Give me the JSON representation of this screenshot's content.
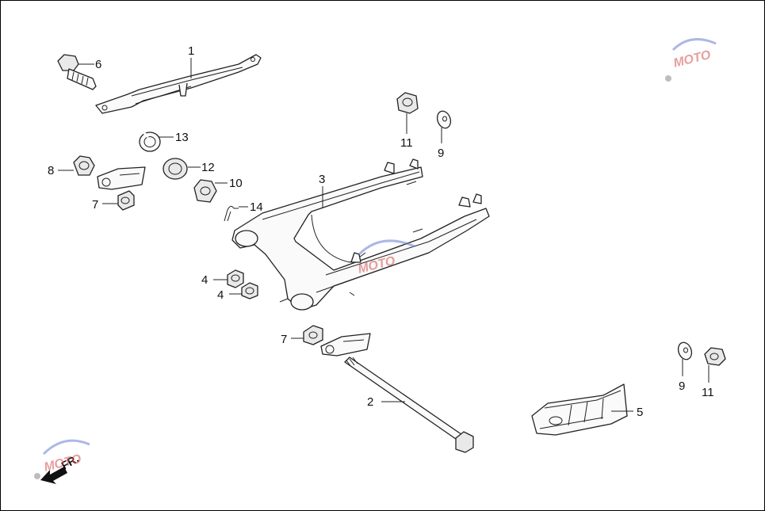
{
  "callouts": [
    {
      "id": "c1",
      "text": "1"
    },
    {
      "id": "c2",
      "text": "2"
    },
    {
      "id": "c3",
      "text": "3"
    },
    {
      "id": "c4a",
      "text": "4"
    },
    {
      "id": "c4b",
      "text": "4"
    },
    {
      "id": "c5",
      "text": "5"
    },
    {
      "id": "c6",
      "text": "6"
    },
    {
      "id": "c7a",
      "text": "7"
    },
    {
      "id": "c7b",
      "text": "7"
    },
    {
      "id": "c8",
      "text": "8"
    },
    {
      "id": "c9a",
      "text": "9"
    },
    {
      "id": "c9b",
      "text": "9"
    },
    {
      "id": "c10",
      "text": "10"
    },
    {
      "id": "c11a",
      "text": "11"
    },
    {
      "id": "c11b",
      "text": "11"
    },
    {
      "id": "c12",
      "text": "12"
    },
    {
      "id": "c13",
      "text": "13"
    },
    {
      "id": "c14",
      "text": "14"
    }
  ],
  "direction_label": "FR.",
  "watermark": {
    "logo_text": "MOTO"
  }
}
